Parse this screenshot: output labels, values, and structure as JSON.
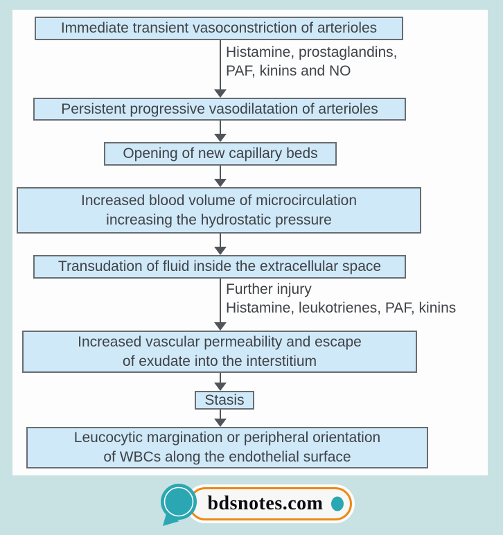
{
  "colors": {
    "page_bg": "#c8e1e3",
    "panel_bg": "#fdfdfd",
    "box_fill": "#d0e9f8",
    "box_border": "#686d72",
    "box_text": "#3f4246",
    "arrow": "#515559",
    "brand_teal": "#2aa7b2",
    "brand_orange": "#ee8817",
    "brand_text": "#0c0c14",
    "pill_bg": "#f7f7f6"
  },
  "flowchart": {
    "steps": [
      {
        "id": "vasoconstriction",
        "text": "Immediate transient vasoconstriction of arterioles"
      },
      {
        "id": "vasodilatation",
        "text": "Persistent progressive vasodilatation of arterioles"
      },
      {
        "id": "capillary-beds",
        "text": "Opening of new capillary beds"
      },
      {
        "id": "blood-volume",
        "text": "Increased blood volume of microcirculation\nincreasing the hydrostatic pressure"
      },
      {
        "id": "transudation",
        "text": "Transudation of fluid inside the extracellular space"
      },
      {
        "id": "vascular-permeability",
        "text": "Increased vascular permeability and escape\nof exudate into the interstitium"
      },
      {
        "id": "stasis",
        "text": "Stasis"
      },
      {
        "id": "leucocytic-margination",
        "text": "Leucocytic margination or peripheral orientation\nof WBCs along the endothelial surface"
      }
    ],
    "arrow_labels": [
      {
        "text": "Histamine, prostaglandins,\nPAF, kinins and NO"
      },
      {
        "text": "Further injury\nHistamine, leukotrienes, PAF, kinins"
      }
    ]
  },
  "footer": {
    "brand": "bdsnotes.com"
  }
}
